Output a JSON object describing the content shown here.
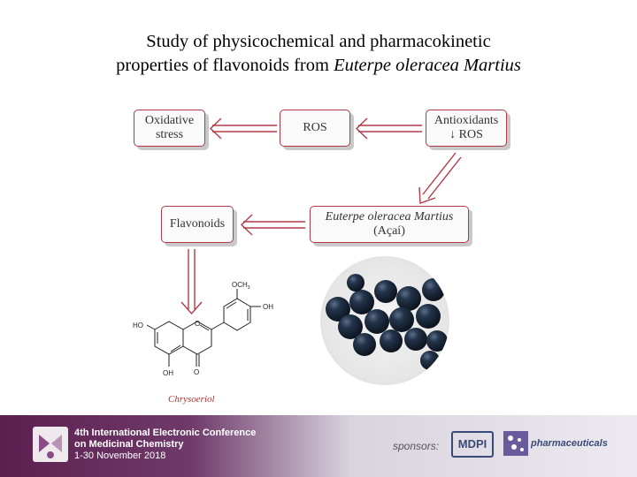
{
  "title": {
    "line1": "Study of physicochemical and pharmacokinetic",
    "line2_prefix": "properties of flavonoids from ",
    "line2_italic": "Euterpe oleracea Martius"
  },
  "diagram": {
    "oxidative_stress": {
      "line1": "Oxidative",
      "line2": "stress"
    },
    "ros": "ROS",
    "antioxidants": {
      "line1": "Antioxidants",
      "line2": "↓ ROS"
    },
    "flavonoids": "Flavonoids",
    "euterpe": {
      "line1": "Euterpe oleracea Martius",
      "line2": "(Açaí)"
    },
    "molecule": {
      "och3": "OCH",
      "och3_sub": "3",
      "oh_top": "OH",
      "ho_left": "HO",
      "oh_bottom": "OH",
      "o_ring": "O",
      "o_carbonyl": "O",
      "name": "Chrysoeriol"
    }
  },
  "footer": {
    "conference_line1": "4th International Electronic Conference",
    "conference_line2": "on Medicinal Chemistry",
    "dates": "1-30 November 2018",
    "sponsors_label": "sponsors:",
    "mdpi": "MDPI",
    "pharmaceuticals": "pharmaceuticals"
  },
  "colors": {
    "node_border": "#b23a48",
    "arrow": "#b23a48",
    "footer_purple": "#5c1f4f"
  }
}
